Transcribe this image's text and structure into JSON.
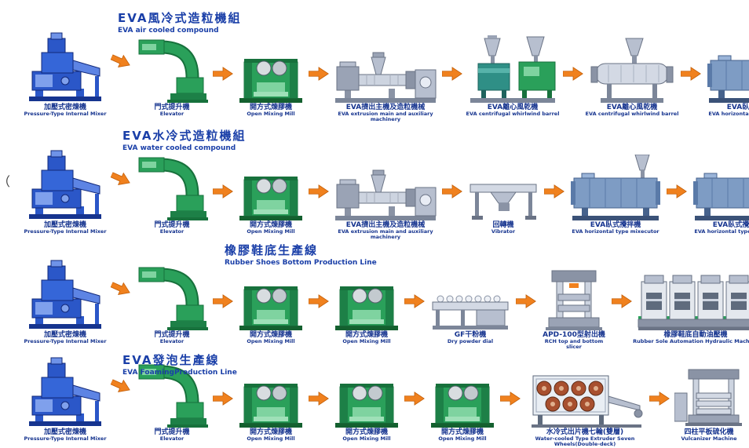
{
  "page": {
    "background": "#ffffff"
  },
  "colors": {
    "label_blue": "#16348f",
    "title_blue": "#1a3fa8",
    "arrow_orange": "#f0811e",
    "machine_blue": "#2b57c8",
    "machine_green": "#2aa05a",
    "machine_steel": "#b7bfcf",
    "tank_teal": "#2f8f86"
  },
  "edge_mark": "（",
  "rows": [
    {
      "title_zh": "EVA風冷式造粒機組",
      "title_en": "EVA air cooled compound",
      "machines": [
        {
          "type": "internal-mixer",
          "label_zh": "加壓式密煉機",
          "label_en": "Pressure-Type Internal Mixer"
        },
        {
          "type": "elevator",
          "label_zh": "門式提升機",
          "label_en": "Elevator"
        },
        {
          "type": "mixing-mill",
          "label_zh": "開方式煉膠機",
          "label_en": "Open Mixing Mill"
        },
        {
          "type": "extruder",
          "label_zh": "EVA擠出主機及造粒機械",
          "label_en": "EVA extrusion main and auxiliary machinery"
        },
        {
          "type": "centrifugal-a",
          "label_zh": "EVA離心風乾機",
          "label_en": "EVA centrifugal whirlwind barrel"
        },
        {
          "type": "centrifugal-b",
          "label_zh": "EVA離心風乾機",
          "label_en": "EVA centrifugal whirlwind barrel"
        },
        {
          "type": "horizontal-mixer",
          "label_zh": "EVA臥式攪拌機",
          "label_en": "EVA horizontal type mixecutor"
        }
      ]
    },
    {
      "title_zh": "EVA水冷式造粒機組",
      "title_en": "EVA water cooled compound",
      "machines": [
        {
          "type": "internal-mixer",
          "label_zh": "加壓式密煉機",
          "label_en": "Pressure-Type Internal Mixer"
        },
        {
          "type": "elevator",
          "label_zh": "門式提升機",
          "label_en": "Elevator"
        },
        {
          "type": "mixing-mill",
          "label_zh": "開方式煉膠機",
          "label_en": "Open Mixing Mill"
        },
        {
          "type": "extruder",
          "label_zh": "EVA擠出主機及造粒機械",
          "label_en": "EVA extrusion main and auxiliary machinery"
        },
        {
          "type": "vibrator",
          "label_zh": "回轉機",
          "label_en": "Vibrator"
        },
        {
          "type": "horizontal-mixer",
          "label_zh": "EVA臥式攪拌機",
          "label_en": "EVA horizontal type mixecutor"
        },
        {
          "type": "horizontal-mixer",
          "label_zh": "EVA臥式攪拌機",
          "label_en": "EVA horizontal type mixecutor"
        }
      ]
    },
    {
      "title_zh": "橡膠鞋底生產線",
      "title_en": "Rubber Shoes Bottom Production Line",
      "machines": [
        {
          "type": "internal-mixer",
          "label_zh": "加壓式密煉機",
          "label_en": "Pressure-Type Internal Mixer"
        },
        {
          "type": "elevator",
          "label_zh": "門式提升機",
          "label_en": "Elevator"
        },
        {
          "type": "mixing-mill",
          "label_zh": "開方式煉膠機",
          "label_en": "Open Mixing Mill"
        },
        {
          "type": "mixing-mill",
          "label_zh": "開方式煉膠機",
          "label_en": "Open Mixing Mill"
        },
        {
          "type": "dry-powder",
          "label_zh": "GF干粉機",
          "label_en": "Dry powder dial"
        },
        {
          "type": "injection",
          "label_zh": "APD-100型射出機",
          "label_en": "RCH top and bottom slicer"
        },
        {
          "type": "hydraulic-press",
          "label_zh": "橡膠鞋底自動油壓機",
          "label_en": "Rubber Sole Automation Hydraulic Machine"
        }
      ]
    },
    {
      "title_zh": "EVA發泡生產線",
      "title_en": "EVA FoamingProduction Line",
      "machines": [
        {
          "type": "internal-mixer",
          "label_zh": "加壓式密煉機",
          "label_en": "Pressure-Type Internal Mixer"
        },
        {
          "type": "elevator",
          "label_zh": "門式提升機",
          "label_en": "Elevator"
        },
        {
          "type": "mixing-mill",
          "label_zh": "開方式煉膠機",
          "label_en": "Open Mixing Mill"
        },
        {
          "type": "mixing-mill",
          "label_zh": "開方式煉膠機",
          "label_en": "Open Mixing Mill"
        },
        {
          "type": "mixing-mill",
          "label_zh": "開方式煉膠機",
          "label_en": "Open Mixing Mill"
        },
        {
          "type": "seven-wheel",
          "label_zh": "水冷式出片機七輪(雙層)",
          "label_en": "Water-cooled Type Extruder Seven Wheels(Double-deck)"
        },
        {
          "type": "vulcanizer",
          "label_zh": "四柱平板硫化機",
          "label_en": "Vulcanizer Machine"
        }
      ]
    }
  ]
}
